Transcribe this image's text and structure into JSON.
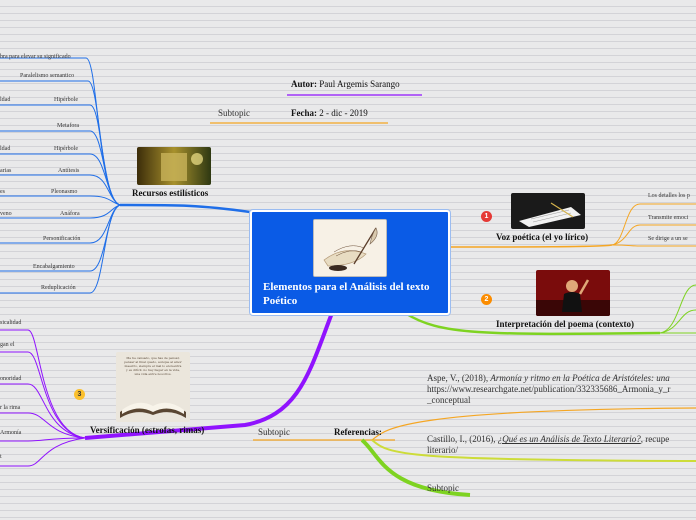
{
  "central": {
    "title": "Elementos para el Análisis del texto Poético"
  },
  "author": {
    "label": "Autor:",
    "value": " Paul Argemis Sarango"
  },
  "date": {
    "label": "Fecha:",
    "value": " 2 - dic - 2019"
  },
  "subtopic_top": "Subtopic",
  "recursos": {
    "title": "Recursos estilísticos",
    "items": [
      {
        "right": "",
        "left": "bra para elevar su significado"
      },
      {
        "right": "Paralelismo semantico",
        "left": ""
      },
      {
        "right": "Hipérbole",
        "left": "ldad"
      },
      {
        "right": "Metafora",
        "left": ""
      },
      {
        "right": "Hipérbole",
        "left": "ldad"
      },
      {
        "right": "Antítesis",
        "left": "arias"
      },
      {
        "right": "Pleonasmo",
        "left": "es"
      },
      {
        "right": "Anáfora",
        "left": "veno"
      },
      {
        "right": "Personificación",
        "left": ""
      },
      {
        "right": "Encabalgamiento",
        "left": ""
      },
      {
        "right": "Reduplicación",
        "left": ""
      }
    ]
  },
  "voz": {
    "title": "Voz poética (el yo lírico)",
    "badge": "1",
    "items": [
      "Los detalles los p",
      "Transmite emoci",
      "Se dirige a un se"
    ]
  },
  "interpretacion": {
    "title": "Interpretación del poema (contexto)",
    "badge": "2"
  },
  "versificacion": {
    "title": "Versificación (estrofas, rimas)",
    "badge": "3",
    "image_text": "Me he cansado, que has de pensar, pensar al final quedo, aunque al amor maestro, siempre el mal lo encuentra y es difícil. no hay llegar en la vida, una vida entre nosotros.",
    "items": [
      "sicalidad",
      "gan el",
      "onoridad",
      "r la rima",
      "Armonía",
      "t"
    ]
  },
  "subtopic_left": "Subtopic",
  "referencias": {
    "title": "Referencias:",
    "ref1_line1_prefix": "Aspe, V., (2018), ",
    "ref1_line1_italic": "Armonía y ritmo en la Poética de Aristóteles: una",
    "ref1_line2": "https://www.researchgate.net/publication/332335686_Armonia_y_r",
    "ref1_line3": "_conceptual",
    "ref2_line1_prefix": "Castillo, I., (2016), ",
    "ref2_line1_italic": "¿Qué es un Análisis de Texto Literario?",
    "ref2_line1_suffix": ", recupe",
    "ref2_line2": "literario/",
    "subtopic": "Subtopic"
  },
  "colors": {
    "central": "#0a5be6",
    "recursos_branch": "#1f6ee8",
    "voz_branch": "#f5a623",
    "interpretacion_branch": "#7ed321",
    "versificacion_branch": "#9013fe",
    "referencias_branch": "#f5a623",
    "badge_red": "#e53935",
    "badge_orange": "#fb8c00",
    "badge_yellow": "#fbc02d"
  }
}
